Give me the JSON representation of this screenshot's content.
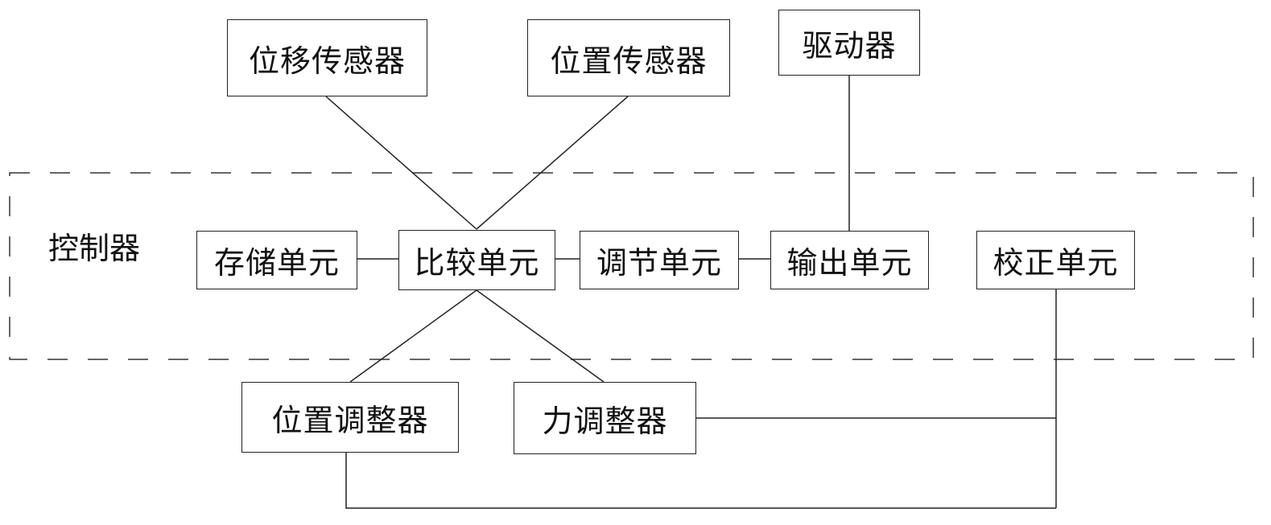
{
  "diagram": {
    "controller_label": "控制器",
    "nodes": {
      "displacement_sensor": "位移传感器",
      "position_sensor": "位置传感器",
      "driver": "驱动器",
      "storage_unit": "存储单元",
      "comparison_unit": "比较单元",
      "adjustment_unit": "调节单元",
      "output_unit": "输出单元",
      "correction_unit": "校正单元",
      "position_adjuster": "位置调整器",
      "force_adjuster": "力调整器"
    }
  }
}
